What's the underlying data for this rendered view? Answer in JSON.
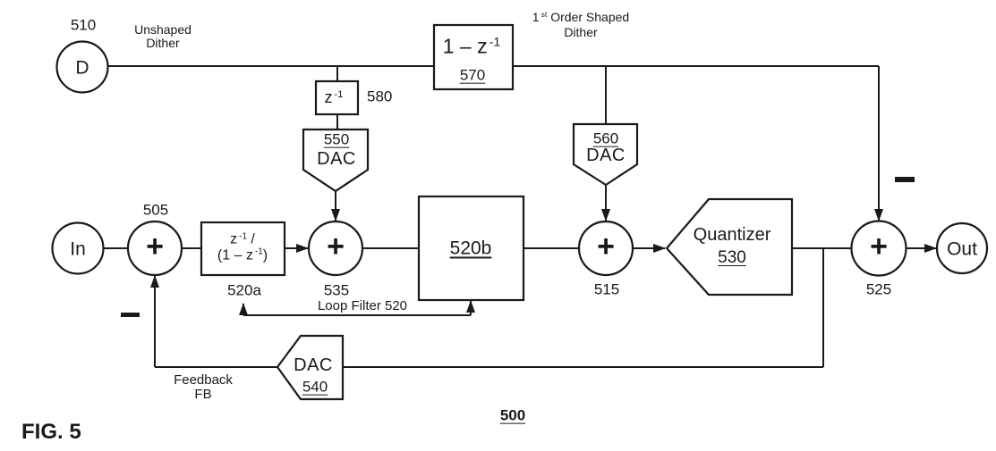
{
  "figure": {
    "title": "FIG. 5",
    "system_ref": "500"
  },
  "colors": {
    "ink": "#1a1a1a",
    "background": "#ffffff"
  },
  "annotations": {
    "unshaped_dither_line1": "Unshaped",
    "unshaped_dither_line2": "Dither",
    "shaped_dither_l1_base": "1",
    "shaped_dither_l1_sup": "st",
    "shaped_dither_l1_tail": " Order Shaped",
    "shaped_dither_line2": "Dither",
    "loop_filter_label": "Loop Filter 520",
    "feedback_line1": "Feedback",
    "feedback_line2": "FB"
  },
  "nodes": {
    "dither_source": {
      "label": "D",
      "ref": "510"
    },
    "input": {
      "label": "In"
    },
    "output": {
      "label": "Out"
    },
    "sum_505": {
      "symbol": "+",
      "ref": "505"
    },
    "sum_535": {
      "symbol": "+",
      "ref": "535"
    },
    "sum_515": {
      "symbol": "+",
      "ref": "515"
    },
    "sum_525": {
      "symbol": "+",
      "ref": "525"
    },
    "block_570": {
      "formula_base": "1 – z",
      "formula_sup": "-1",
      "ref": "570"
    },
    "block_580": {
      "formula_base": "z",
      "formula_sup": "-1",
      "ref": "580"
    },
    "block_520a": {
      "l1_base": "z",
      "l1_sup": "-1",
      "l1_tail": " /",
      "l2_base": "(1 – z",
      "l2_sup": "-1",
      "l2_tail": ")",
      "ref": "520a"
    },
    "block_520b": {
      "ref": "520b"
    },
    "dac_550": {
      "label": "DAC",
      "ref": "550"
    },
    "dac_560": {
      "label": "DAC",
      "ref": "560"
    },
    "dac_540": {
      "label": "DAC",
      "ref": "540"
    },
    "quantizer": {
      "label": "Quantizer",
      "ref": "530"
    }
  }
}
